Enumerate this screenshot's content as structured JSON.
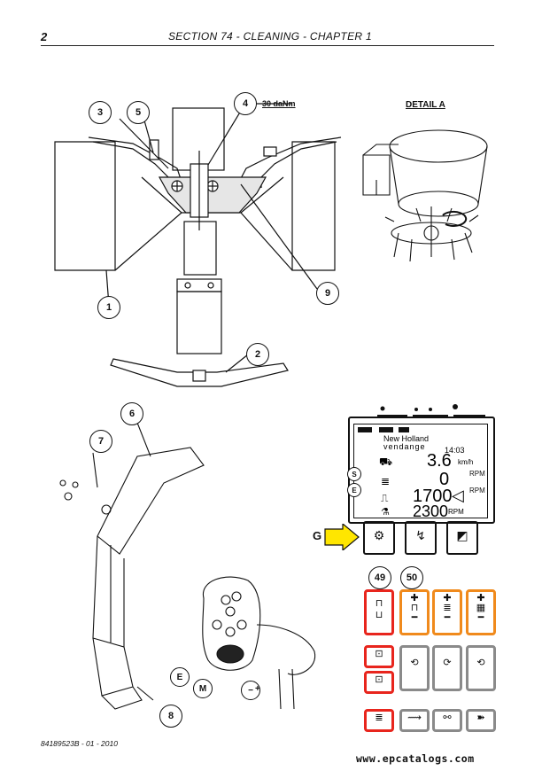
{
  "header": {
    "page_number": "2",
    "title": "SECTION 74 - CLEANING - CHAPTER 1"
  },
  "figure_top": {
    "torque_label": "30 daNm",
    "detail_label": "DETAIL A",
    "callouts": [
      "1",
      "2",
      "3",
      "4",
      "5",
      "9"
    ]
  },
  "figure_bottom": {
    "callouts": [
      "6",
      "7",
      "8"
    ],
    "handle_labels": {
      "e": "E",
      "m": "M",
      "minus": "−",
      "plus": "+"
    }
  },
  "monitor": {
    "line1": "New Holland",
    "line2": "vendange",
    "time": "14:03",
    "speed_value": "3.6",
    "speed_unit": "km/h",
    "row2_value": "0",
    "row3_value": "1700",
    "row4_value": "2300",
    "rpm_unit": "RPM",
    "side_rpm_1": "RPM",
    "side_rpm_2": "RPM",
    "badge_s": "S",
    "badge_e": "E"
  },
  "controls": {
    "g_label": "G",
    "callout_49": "49",
    "callout_50": "50",
    "colors": {
      "red": "#e8251d",
      "orange": "#f08a1c",
      "grey": "#8a8a8a",
      "yellow": "#ffe600"
    }
  },
  "footer": {
    "doc_code": "84189523B - 01 - 2010",
    "watermark": "www.epcatalogs.com"
  }
}
